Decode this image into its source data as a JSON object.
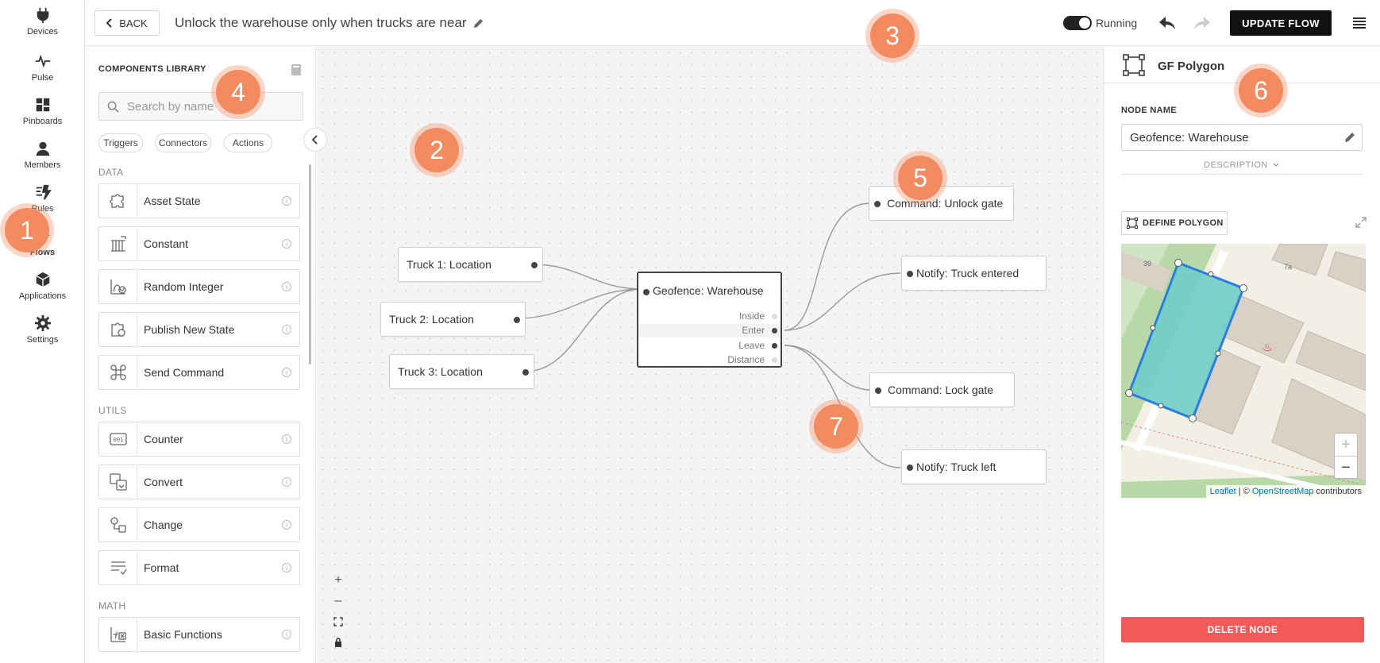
{
  "nav": {
    "items": [
      {
        "label": "Devices",
        "icon": "plug-icon"
      },
      {
        "label": "Pulse",
        "icon": "pulse-icon"
      },
      {
        "label": "Pinboards",
        "icon": "grid-icon"
      },
      {
        "label": "Members",
        "icon": "user-icon"
      },
      {
        "label": "Rules",
        "icon": "rules-icon"
      },
      {
        "label": "Flows",
        "icon": "flows-icon"
      },
      {
        "label": "Applications",
        "icon": "cube-icon"
      },
      {
        "label": "Settings",
        "icon": "gear-icon"
      }
    ],
    "active": "Flows"
  },
  "topbar": {
    "back_label": "BACK",
    "flow_title": "Unlock the warehouse only when trucks are near",
    "running_label": "Running",
    "update_label": "UPDATE FLOW"
  },
  "library": {
    "title": "COMPONENTS LIBRARY",
    "search_placeholder": "Search by name",
    "chips": [
      "Triggers",
      "Connectors",
      "Actions"
    ],
    "sections": [
      {
        "name": "DATA",
        "items": [
          {
            "label": "Asset State",
            "icon": "puzzle-icon"
          },
          {
            "label": "Constant",
            "icon": "constant-icon"
          },
          {
            "label": "Random Integer",
            "icon": "random-icon"
          },
          {
            "label": "Publish New State",
            "icon": "publish-icon"
          },
          {
            "label": "Send Command",
            "icon": "command-icon"
          }
        ]
      },
      {
        "name": "UTILS",
        "items": [
          {
            "label": "Counter",
            "icon": "counter-icon"
          },
          {
            "label": "Convert",
            "icon": "convert-icon"
          },
          {
            "label": "Change",
            "icon": "change-icon"
          },
          {
            "label": "Format",
            "icon": "format-icon"
          }
        ]
      },
      {
        "name": "MATH",
        "items": [
          {
            "label": "Basic Functions",
            "icon": "function-icon"
          }
        ]
      }
    ]
  },
  "canvas": {
    "inputs": [
      "Truck 1: Location",
      "Truck 2: Location",
      "Truck 3: Location"
    ],
    "geofence": {
      "title": "Geofence: Warehouse",
      "ports": [
        "Inside",
        "Enter",
        "Leave",
        "Distance"
      ]
    },
    "outputs": [
      "Command: Unlock gate",
      "Notify: Truck entered",
      "Command: Lock gate",
      "Notify: Truck left"
    ]
  },
  "panel": {
    "title": "GF Polygon",
    "node_name_label": "NODE NAME",
    "node_name_value": "Geofence: Warehouse",
    "description_label": "DESCRIPTION",
    "define_polygon_label": "DEFINE POLYGON",
    "map": {
      "attribution_leaflet": "Leaflet",
      "attribution_sep": " | © ",
      "attribution_osm": "OpenStreetMap",
      "attribution_tail": " contributors",
      "building_labels": [
        "39",
        "7a"
      ],
      "polygon_fill": "#6fcdc8",
      "polygon_stroke": "#2a7de1"
    },
    "delete_label": "DELETE NODE"
  },
  "markers": [
    "1",
    "2",
    "3",
    "4",
    "5",
    "6",
    "7"
  ],
  "colors": {
    "accent": "#f48a5f",
    "primary_button": "#111111",
    "danger": "#f25a5a"
  }
}
